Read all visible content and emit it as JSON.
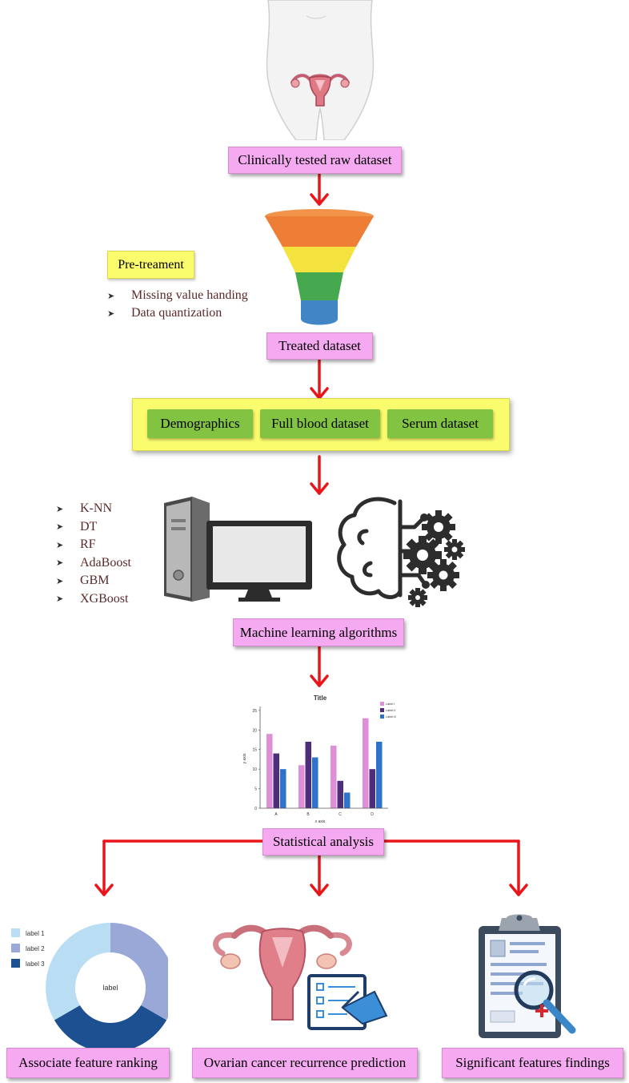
{
  "steps": {
    "raw_dataset": "Clinically tested raw dataset",
    "treated_dataset": "Treated dataset",
    "ml_algorithms": "Machine learning algorithms",
    "statistical_analysis": "Statistical analysis"
  },
  "pretreatment": {
    "title": "Pre-treament",
    "items": [
      "Missing value handing",
      "Data quantization"
    ]
  },
  "datasets": [
    "Demographics",
    "Full blood dataset",
    "Serum dataset"
  ],
  "algorithms": [
    "K-NN",
    "DT",
    "RF",
    "AdaBoost",
    "GBM",
    "XGBoost"
  ],
  "outputs": [
    "Associate feature ranking",
    "Ovarian cancer recurrence prediction",
    "Significant features findings"
  ],
  "chart_icon": {
    "title": "Title",
    "xlabel": "x axis",
    "ylabel": "y axis",
    "categories": [
      "A",
      "B",
      "C",
      "D"
    ],
    "legend": [
      "Label I",
      "Label II",
      "Label III"
    ],
    "yticks": [
      "0",
      "5",
      "10",
      "15",
      "20",
      "25"
    ]
  },
  "donut_icon": {
    "center_label": "label",
    "legend": [
      "label 1",
      "label 2",
      "label 3"
    ]
  },
  "colors": {
    "box_pink": "#f4a9f0",
    "box_yellow": "#fbfb6e",
    "box_green": "#82c341",
    "arrow_red": "#e8161b"
  },
  "chart_data": {
    "type": "bar",
    "title": "Title",
    "xlabel": "x axis",
    "ylabel": "y axis",
    "categories": [
      "A",
      "B",
      "C",
      "D"
    ],
    "ylim": [
      0,
      26
    ],
    "series": [
      {
        "name": "Label I",
        "values": [
          19,
          11,
          16,
          23
        ]
      },
      {
        "name": "Label II",
        "values": [
          14,
          17,
          7,
          10
        ]
      },
      {
        "name": "Label III",
        "values": [
          10,
          13,
          4,
          17
        ]
      }
    ],
    "series_colors": [
      "#de8fd8",
      "#4e2e7a",
      "#2f72c9"
    ],
    "legend_position": "top-right",
    "grid": false
  }
}
